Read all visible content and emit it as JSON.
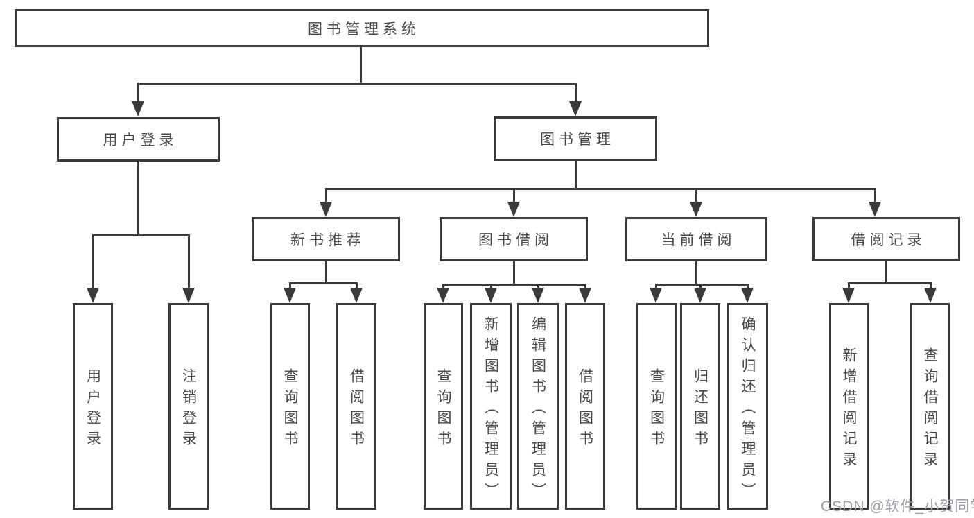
{
  "diagram_title": "图书管理系统",
  "watermark": "CSDN @软件_小贺同学",
  "colors": {
    "line": "#3a3a3a",
    "text": "#474747",
    "watermark": "#9aa0a6",
    "background": "#ffffff"
  },
  "tree": {
    "root": "图书管理系统",
    "children": [
      {
        "label": "用户登录",
        "children": [
          "用户登录",
          "注销登录"
        ]
      },
      {
        "label": "图书管理",
        "children": [
          {
            "label": "新书推荐",
            "children": [
              "查询图书",
              "借阅图书"
            ]
          },
          {
            "label": "图书借阅",
            "children": [
              "查询图书",
              "新增图书（管理员）",
              "编辑图书（管理员）",
              "借阅图书"
            ]
          },
          {
            "label": "当前借阅",
            "children": [
              "查询图书",
              "归还图书",
              "确认归还（管理员）"
            ]
          },
          {
            "label": "借阅记录",
            "children": [
              "新增借阅记录",
              "查询借阅记录"
            ]
          }
        ]
      }
    ]
  }
}
